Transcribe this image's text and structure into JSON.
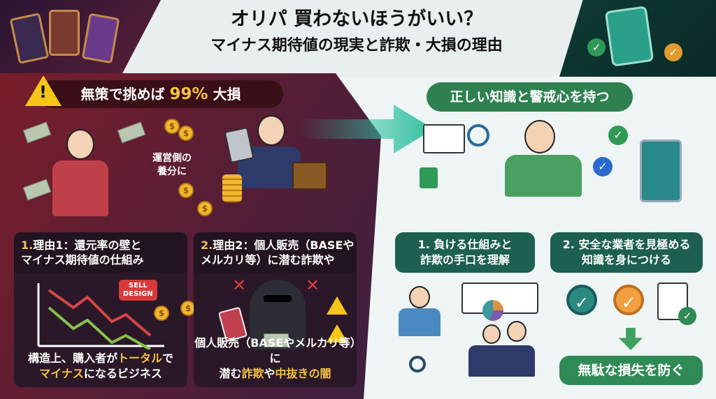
{
  "title": {
    "line1": "オリパ 買わないほうがいい？",
    "line2": "マイナス期待値の現実と詐欺・大損の理由"
  },
  "left": {
    "heading_pre": "無策で挑めば ",
    "heading_highlight": "99%",
    "heading_post": " 大損",
    "middle_label": "運営側の\n養分に",
    "reason1": {
      "num": "1.",
      "title": "理由1：還元率の壁と\nマイナス期待値の仕組み",
      "badge": "SELL\nDESIGN",
      "footer_a": "構造上、購入者が",
      "footer_hi1": "トータル",
      "footer_b": "で",
      "footer_hi2": "マイナス",
      "footer_c": "になるビジネス"
    },
    "reason2": {
      "num": "2.",
      "title": "理由2：個人販売（BASEや\nメルカリ等）に潜む詐欺や",
      "footer_a": "個人販売（BASEやメルカリ等）に",
      "footer_b": "潜む",
      "footer_hi1": "詐欺",
      "footer_c": "や",
      "footer_hi2": "中抜きの闇"
    }
  },
  "right": {
    "heading": "正しい知識と警戒心を持つ",
    "point1": "1. 負ける仕組みと\n詐欺の手口を理解",
    "point2": "2. 安全な業者を見極める\n知識を身につける",
    "result_button": "無駄な損失を防ぐ"
  },
  "colors": {
    "danger_bg": "#7a1e2a",
    "safe_green": "#2f8050",
    "highlight_yellow": "#f5c242"
  }
}
